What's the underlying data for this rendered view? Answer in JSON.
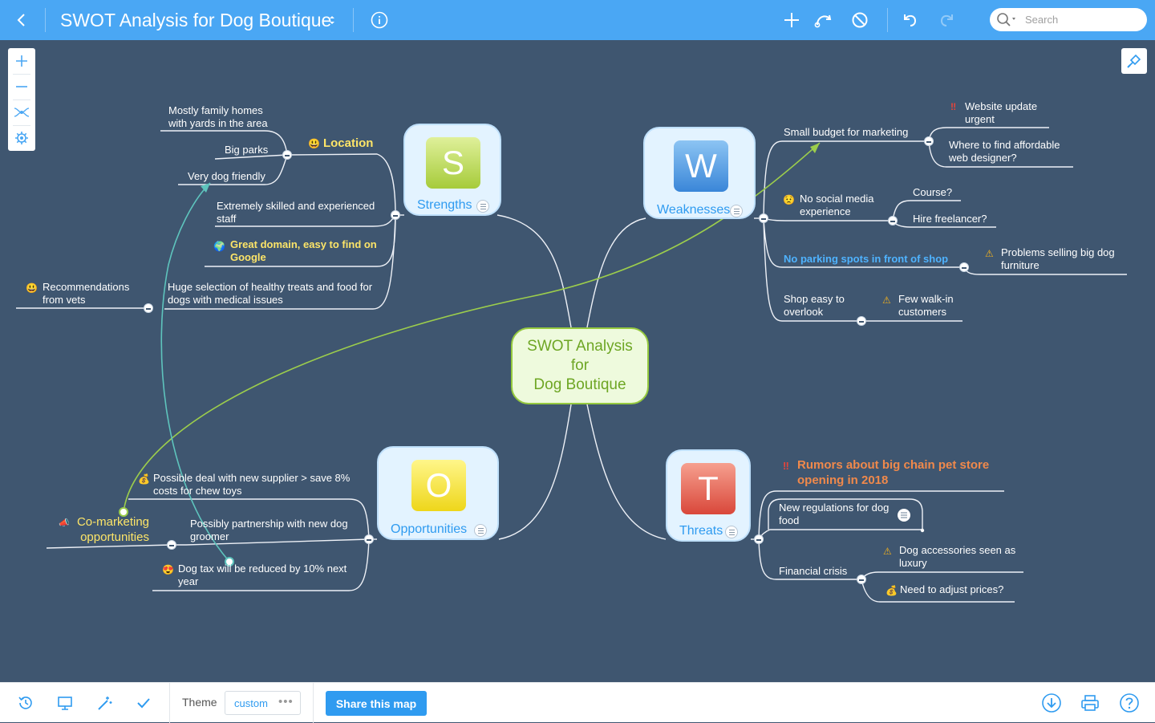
{
  "header": {
    "title": "SWOT Analysis for Dog Boutique",
    "search_placeholder": "Search"
  },
  "map": {
    "center": "SWOT Analysis\nfor\nDog Boutique",
    "strengths": {
      "tile": "S",
      "label": "Strengths",
      "location": "Location",
      "family_homes": "Mostly family homes\nwith yards in the area",
      "big_parks": "Big parks",
      "dog_friendly": "Very dog friendly",
      "staff": "Extremely skilled and experienced\nstaff",
      "domain": "Great domain, easy to find on\nGoogle",
      "selection": "Huge selection of healthy treats and food for\ndogs with medical issues",
      "vets": "Recommendations\nfrom vets"
    },
    "weaknesses": {
      "tile": "W",
      "label": "Weaknesses",
      "budget": "Small budget for marketing",
      "website": "Website update\nurgent",
      "designer": "Where to find affordable\nweb designer?",
      "social": "No social media\nexperience",
      "course": "Course?",
      "freelancer": "Hire freelancer?",
      "parking": "No parking spots in front of shop",
      "furniture": "Problems selling big dog\nfurniture",
      "overlook": "Shop easy to\noverlook",
      "walkin": "Few walk-in\ncustomers"
    },
    "opportunities": {
      "tile": "O",
      "label": "Opportunities",
      "supplier": "Possible deal with new supplier > save 8%\ncosts for chew toys",
      "groomer": "Possibly partnership with new dog\ngroomer",
      "comarketing": "Co-marketing\nopportunities",
      "dogtax": "Dog tax will be reduced by 10% next\nyear"
    },
    "threats": {
      "tile": "T",
      "label": "Threats",
      "rumors": "Rumors about big chain pet store\nopening in 2018",
      "regulations": "New regulations for dog\nfood",
      "crisis": "Financial crisis",
      "luxury": "Dog accessories seen as\nluxury",
      "prices": "Need to adjust prices?"
    }
  },
  "footer": {
    "theme_label": "Theme",
    "theme_value": "custom",
    "theme_more": "•••",
    "share_label": "Share this map"
  },
  "colors": {
    "background": "#3f5670",
    "toolbar": "#4aa7f4",
    "accent": "#2f9bf0",
    "link": "#eef1f7",
    "relation_green": "#9ccd4c",
    "relation_teal": "#5ec4bd"
  }
}
